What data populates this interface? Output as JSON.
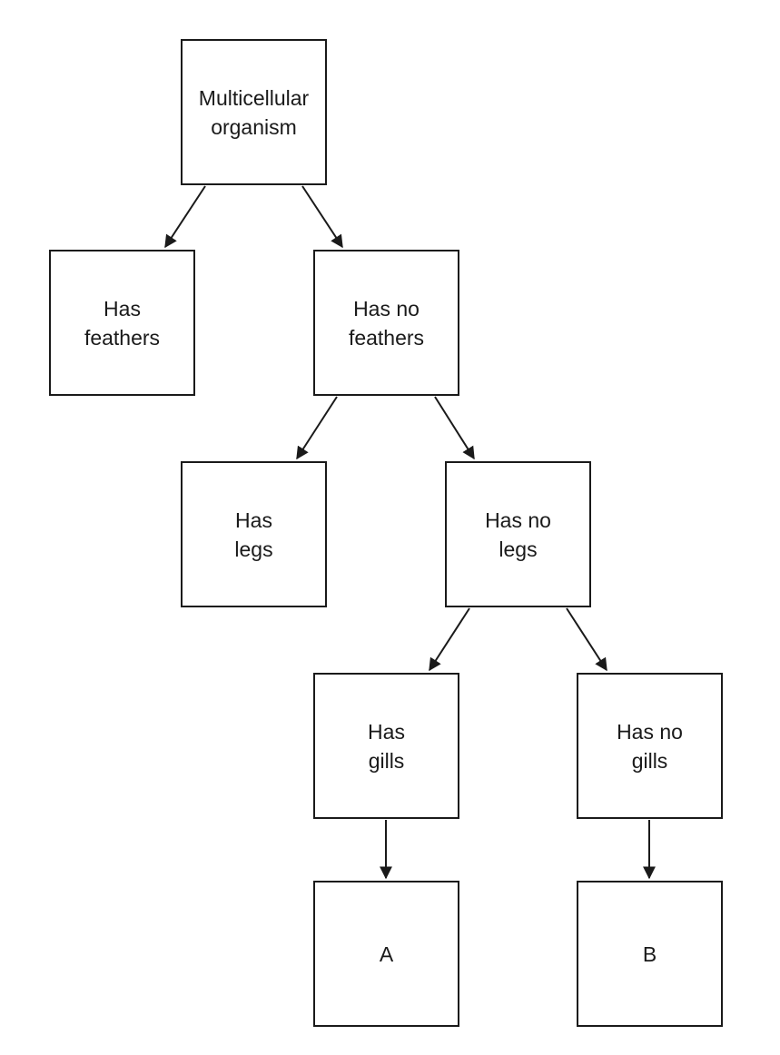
{
  "nodes": {
    "root": {
      "line1": "Multicellular",
      "line2": "organism"
    },
    "feath": {
      "line1": "Has",
      "line2": "feathers"
    },
    "nofeat": {
      "line1": "Has no",
      "line2": "feathers"
    },
    "legs": {
      "line1": "Has",
      "line2": "legs"
    },
    "nolegs": {
      "line1": "Has no",
      "line2": "legs"
    },
    "gills": {
      "line1": "Has",
      "line2": "gills"
    },
    "nogill": {
      "line1": "Has no",
      "line2": "gills"
    },
    "a": {
      "line1": "A"
    },
    "b": {
      "line1": "B"
    }
  },
  "edges": [
    {
      "from": "root",
      "to": "feath"
    },
    {
      "from": "root",
      "to": "nofeat"
    },
    {
      "from": "nofeat",
      "to": "legs"
    },
    {
      "from": "nofeat",
      "to": "nolegs"
    },
    {
      "from": "nolegs",
      "to": "gills"
    },
    {
      "from": "nolegs",
      "to": "nogill"
    },
    {
      "from": "gills",
      "to": "a"
    },
    {
      "from": "nogill",
      "to": "b"
    }
  ],
  "colors": {
    "line": "#1a1a1a",
    "box_fill": "#ffffff"
  }
}
